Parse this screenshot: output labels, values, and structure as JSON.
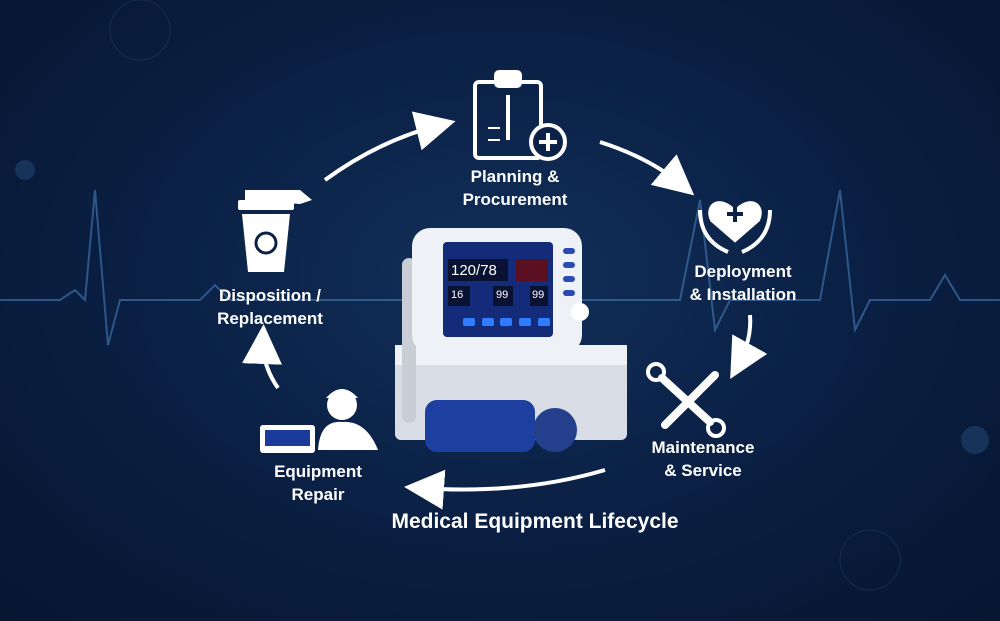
{
  "title": "Medical Equipment Lifecycle",
  "stages": [
    {
      "id": "planning",
      "line1": "Planning &",
      "line2": "Procurement",
      "icon": "clipboard-medical-icon"
    },
    {
      "id": "deployment",
      "line1": "Deployment",
      "line2": "& Installation",
      "icon": "heart-in-hands-icon"
    },
    {
      "id": "maintenance",
      "line1": "Maintenance",
      "line2": "& Service",
      "icon": "wrench-screwdriver-icon"
    },
    {
      "id": "repair",
      "line1": "Equipment",
      "line2": "Repair",
      "icon": "technician-icon"
    },
    {
      "id": "disposition",
      "line1": "Disposition /",
      "line2": "Replacement",
      "icon": "recycle-bin-icon"
    }
  ],
  "monitor": {
    "bp": "120/78",
    "hr": "16",
    "spo2": "99",
    "resp": "99"
  },
  "colors": {
    "background": "#0b2146",
    "text": "#ffffff",
    "ecg_line": "#3d6fa8",
    "screen": "#1a3a9c"
  }
}
